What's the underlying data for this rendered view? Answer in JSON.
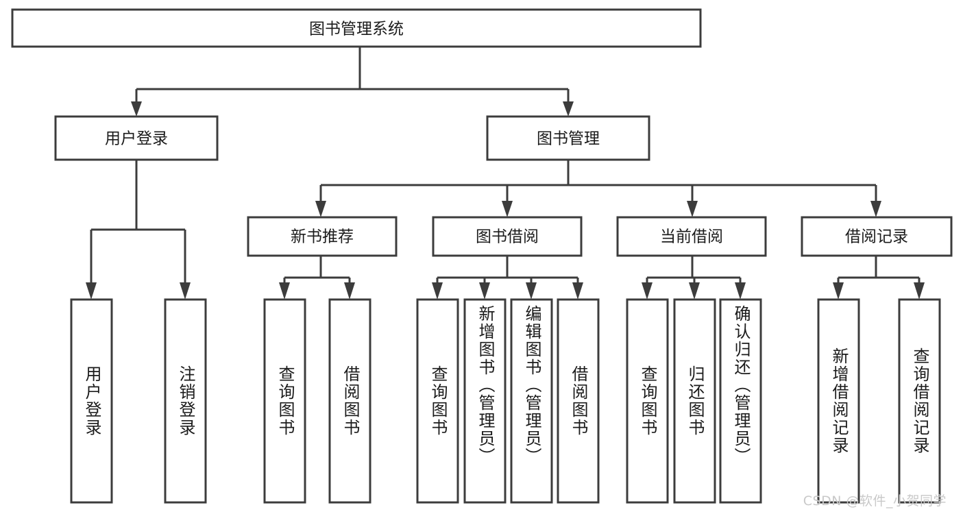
{
  "diagram": {
    "type": "tree",
    "title": "图书管理系统",
    "root": {
      "id": "root",
      "label": "图书管理系统",
      "orientation": "horizontal"
    },
    "level2": [
      {
        "id": "user-login",
        "label": "用户登录",
        "orientation": "horizontal"
      },
      {
        "id": "book-management",
        "label": "图书管理",
        "orientation": "horizontal"
      }
    ],
    "level3": [
      {
        "id": "new-book-recommend",
        "label": "新书推荐",
        "orientation": "horizontal",
        "parent": "book-management"
      },
      {
        "id": "book-borrow",
        "label": "图书借阅",
        "orientation": "horizontal",
        "parent": "book-management"
      },
      {
        "id": "current-borrow",
        "label": "当前借阅",
        "orientation": "horizontal",
        "parent": "book-management"
      },
      {
        "id": "borrow-record",
        "label": "借阅记录",
        "orientation": "horizontal",
        "parent": "book-management"
      }
    ],
    "leaves": [
      {
        "id": "leaf-user-login",
        "label": "用户登录",
        "orientation": "vertical",
        "parent": "user-login"
      },
      {
        "id": "leaf-user-logout",
        "label": "注销登录",
        "orientation": "vertical",
        "parent": "user-login"
      },
      {
        "id": "leaf-query-book-1",
        "label": "查询图书",
        "orientation": "vertical",
        "parent": "new-book-recommend"
      },
      {
        "id": "leaf-borrow-book-1",
        "label": "借阅图书",
        "orientation": "vertical",
        "parent": "new-book-recommend"
      },
      {
        "id": "leaf-query-book-2",
        "label": "查询图书",
        "orientation": "vertical",
        "parent": "book-borrow"
      },
      {
        "id": "leaf-add-book",
        "label": "新增图书（管理员）",
        "orientation": "vertical",
        "parent": "book-borrow"
      },
      {
        "id": "leaf-edit-book",
        "label": "编辑图书（管理员）",
        "orientation": "vertical",
        "parent": "book-borrow"
      },
      {
        "id": "leaf-borrow-book-2",
        "label": "借阅图书",
        "orientation": "vertical",
        "parent": "book-borrow"
      },
      {
        "id": "leaf-query-book-3",
        "label": "查询图书",
        "orientation": "vertical",
        "parent": "current-borrow"
      },
      {
        "id": "leaf-return-book",
        "label": "归还图书",
        "orientation": "vertical",
        "parent": "current-borrow"
      },
      {
        "id": "leaf-confirm-return",
        "label": "确认归还（管理员）",
        "orientation": "vertical",
        "parent": "current-borrow"
      },
      {
        "id": "leaf-add-record",
        "label": "新增借阅记录",
        "orientation": "vertical",
        "parent": "borrow-record"
      },
      {
        "id": "leaf-query-record",
        "label": "查询借阅记录",
        "orientation": "vertical",
        "parent": "borrow-record"
      }
    ]
  },
  "watermark": {
    "text": "CSDN @软件_小贺同学"
  },
  "colors": {
    "box_stroke": "#3c3c3c",
    "box_fill": "#ffffff",
    "text": "#1b1b1b",
    "watermark": "#c9c9c9",
    "background": "#ffffff"
  }
}
